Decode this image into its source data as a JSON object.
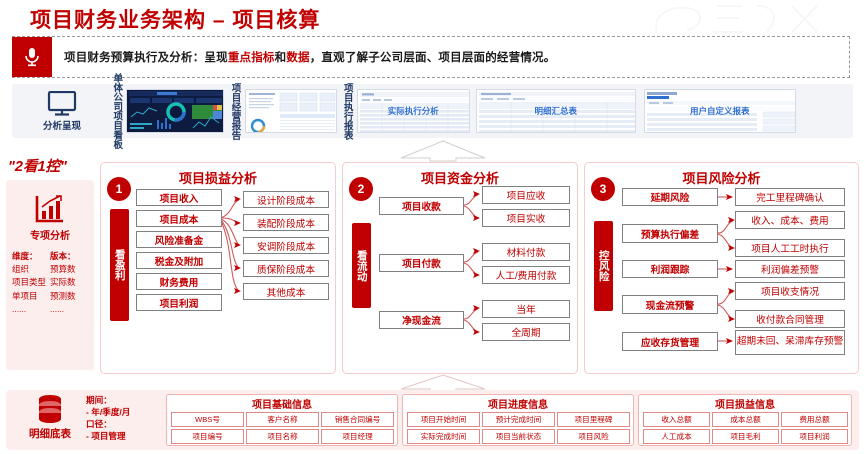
{
  "title": "项目财务业务架构 – 项目核算",
  "banner": {
    "icon": "microphone-icon",
    "text_prefix": "项目财务预算执行及分析：呈现",
    "hl1": "重点指标",
    "mid": "和",
    "hl2": "数据",
    "text_suffix": "，直观了解子公司层面、项目层面的经营情况。"
  },
  "strip": {
    "lead_icon": "monitor-icon",
    "lead_label": "分析呈现",
    "items": [
      {
        "label": "单体公司项目看板",
        "thumb": "dark-dashboard",
        "caption": ""
      },
      {
        "label": "项目经营报告",
        "thumb": "light-report",
        "caption": ""
      },
      {
        "label": "项目执行报表",
        "thumb": "light-table",
        "caption": "实际执行分析"
      },
      {
        "label": "",
        "thumb": "light-table",
        "caption": "明细汇总表"
      },
      {
        "label": "",
        "thumb": "light-table",
        "caption": "用户自定义报表"
      }
    ]
  },
  "sidebar": {
    "heading": "\"2看1控\"",
    "icon": "bar-chart-icon",
    "caption": "专项分析",
    "dim_label": "维度：",
    "dims": [
      "组织",
      "项目类型",
      "单项目",
      "......"
    ],
    "ver_label": "版本：",
    "versions": [
      "预算数",
      "实际数",
      "预测数",
      "......"
    ]
  },
  "panels": [
    {
      "number": "1",
      "title": "项目损益分析",
      "vbar": "看盈利",
      "left_items": [
        "项目收入",
        "项目成本",
        "风险准备金",
        "税金及附加",
        "财务费用",
        "项目利润"
      ],
      "right_items": [
        "设计阶段成本",
        "装配阶段成本",
        "安调阶段成本",
        "质保阶段成本",
        "其他成本"
      ]
    },
    {
      "number": "2",
      "title": "项目资金分析",
      "vbar": "看流动",
      "groups": [
        {
          "left": "项目收款",
          "right": [
            "项目应收",
            "项目实收"
          ]
        },
        {
          "left": "项目付款",
          "right": [
            "材料付款",
            "人工/费用付款"
          ]
        },
        {
          "left": "净现金流",
          "right": [
            "当年",
            "全周期"
          ]
        }
      ]
    },
    {
      "number": "3",
      "title": "项目风险分析",
      "vbar": "控风险",
      "groups": [
        {
          "left": "延期风险",
          "right": [
            "完工里程碑确认"
          ]
        },
        {
          "left": "预算执行偏差",
          "right": [
            "收入、成本、费用",
            "项目人工工时执行"
          ]
        },
        {
          "left": "利润跟踪",
          "right": [
            "利润偏差预警"
          ]
        },
        {
          "left": "现金流预警",
          "right": [
            "项目收支情况",
            "收付款合同管理"
          ]
        },
        {
          "left": "应收存货管理",
          "right": [
            "超期未回、呆滞库存预警"
          ]
        }
      ]
    }
  ],
  "bottom": {
    "icon": "database-icon",
    "caption": "明细底表",
    "period_label": "期间：",
    "period_value": "-  年/季度/月",
    "scope_label": "口径：",
    "scope_value": "-  项目管理",
    "groups": [
      {
        "title": "项目基础信息",
        "row1": [
          "WBS号",
          "客户名称",
          "销售合同编号"
        ],
        "row2": [
          "项目编号",
          "项目名称",
          "项目经理"
        ]
      },
      {
        "title": "项目进度信息",
        "row1": [
          "项目开始时间",
          "预计完成时间",
          "项目里程碑"
        ],
        "row2": [
          "实际完成时间",
          "项目当前状态",
          "项目风险"
        ]
      },
      {
        "title": "项目损益信息",
        "row1": [
          "收入总额",
          "成本总额",
          "费用总额"
        ],
        "row2": [
          "人工成本",
          "项目毛利",
          "项目利润"
        ]
      }
    ]
  },
  "colors": {
    "brand_red": "#c00000",
    "light_pink": "#fdeeee",
    "panel_border": "#f4cccc",
    "box_border": "#808080",
    "strip_bg": "#f2f4f8",
    "dark_thumb": "#0d1b3e"
  }
}
